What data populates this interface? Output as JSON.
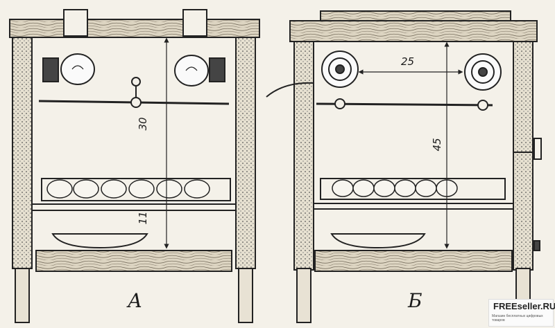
{
  "figure": {
    "left_label": "А",
    "right_label": "Б",
    "dims_left": {
      "lamp_to_tray": "30",
      "tray_to_floor": "11"
    },
    "dims_right": {
      "lamp_spacing": "25",
      "lamp_to_floor": "45"
    }
  },
  "watermark": {
    "brand": "FREEseller.RU",
    "tagline": "Магазин бесплатных цифровых товаров"
  },
  "colors": {
    "ink": "#2a2a2a",
    "paper": "#f4f1e9",
    "wood": "#d9d2c0"
  }
}
